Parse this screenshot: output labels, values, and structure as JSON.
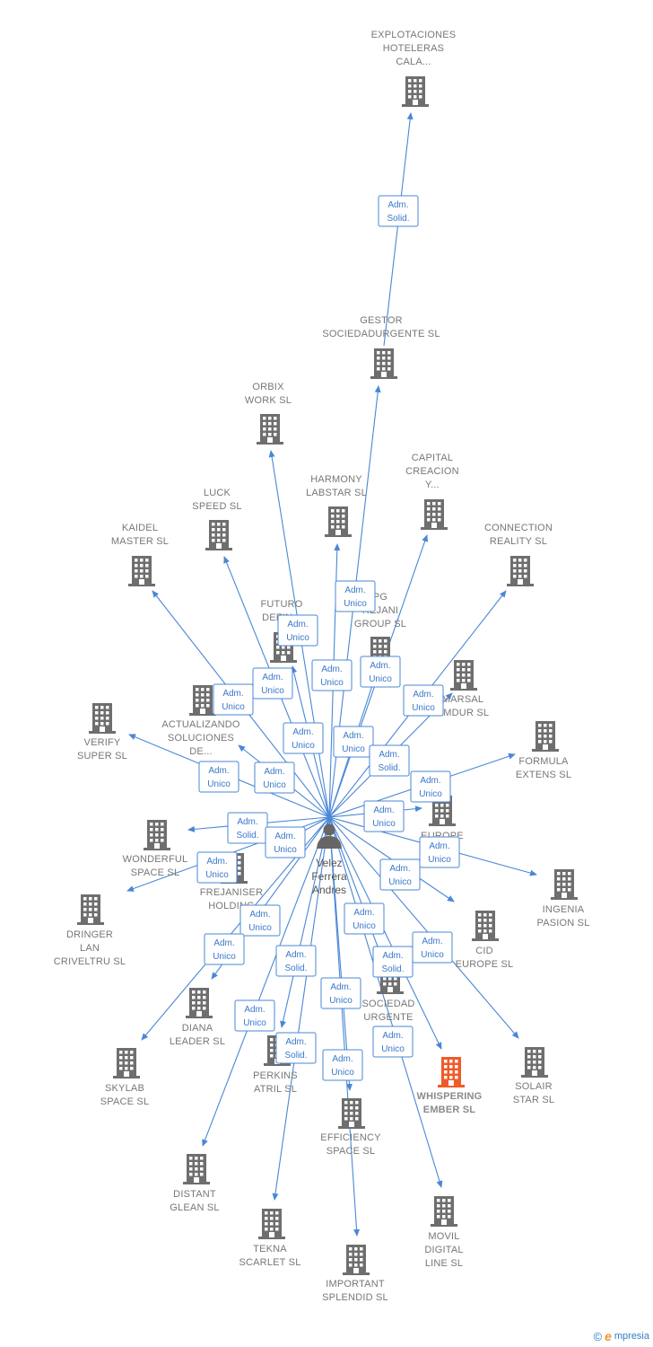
{
  "person": {
    "id": "velez",
    "name_lines": [
      "Velez",
      "Ferrera",
      "Andres"
    ]
  },
  "nodes": [
    {
      "id": "explotaciones",
      "label_lines": [
        "EXPLOTACIONES",
        "HOTELERAS",
        "CALA..."
      ],
      "highlight": false
    },
    {
      "id": "gestor",
      "label_lines": [
        "GESTOR",
        "SOCIEDADURGENTE SL"
      ],
      "highlight": false
    },
    {
      "id": "orbix",
      "label_lines": [
        "ORBIX",
        "WORK SL"
      ],
      "highlight": false
    },
    {
      "id": "capital",
      "label_lines": [
        "CAPITAL",
        "CREACION",
        "Y..."
      ],
      "highlight": false
    },
    {
      "id": "harmony",
      "label_lines": [
        "HARMONY",
        "LABSTAR SL"
      ],
      "highlight": false
    },
    {
      "id": "luck",
      "label_lines": [
        "LUCK",
        "SPEED SL"
      ],
      "highlight": false
    },
    {
      "id": "kaidel",
      "label_lines": [
        "KAIDEL",
        "MASTER SL"
      ],
      "highlight": false
    },
    {
      "id": "connection",
      "label_lines": [
        "CONNECTION",
        "REALITY SL"
      ],
      "highlight": false
    },
    {
      "id": "futuro",
      "label_lines": [
        "FUTURO",
        "DEFIN..."
      ],
      "highlight": false
    },
    {
      "id": "pg",
      "label_lines": [
        "PG",
        "REJANI",
        "GROUP SL"
      ],
      "highlight": false
    },
    {
      "id": "marsal",
      "label_lines": [
        "MARSAL",
        "AMDUR SL"
      ],
      "highlight": false
    },
    {
      "id": "actualizando",
      "label_lines": [
        "ACTUALIZANDO",
        "SOLUCIONES",
        "DE..."
      ],
      "highlight": false
    },
    {
      "id": "verify",
      "label_lines": [
        "VERIFY",
        "SUPER SL"
      ],
      "highlight": false
    },
    {
      "id": "formula",
      "label_lines": [
        "FORMULA",
        "EXTENS SL"
      ],
      "highlight": false
    },
    {
      "id": "europe",
      "label_lines": [
        "EUROPE"
      ],
      "highlight": false
    },
    {
      "id": "wonderful",
      "label_lines": [
        "WONDERFUL",
        "SPACE SL"
      ],
      "highlight": false
    },
    {
      "id": "frejaniser",
      "label_lines": [
        "FREJANISER",
        "HOLDING"
      ],
      "highlight": false
    },
    {
      "id": "ingenia",
      "label_lines": [
        "INGENIA",
        "PASION SL"
      ],
      "highlight": false
    },
    {
      "id": "dringer",
      "label_lines": [
        "DRINGER",
        "LAN",
        "CRIVELTRU SL"
      ],
      "highlight": false
    },
    {
      "id": "cid",
      "label_lines": [
        "CID",
        "EUROPE SL"
      ],
      "highlight": false
    },
    {
      "id": "diana",
      "label_lines": [
        "DIANA",
        "LEADER SL"
      ],
      "highlight": false
    },
    {
      "id": "sociedad",
      "label_lines": [
        "SOCIEDAD",
        "URGENTE",
        "R..."
      ],
      "highlight": false
    },
    {
      "id": "skylab",
      "label_lines": [
        "SKYLAB",
        "SPACE SL"
      ],
      "highlight": false
    },
    {
      "id": "perkins",
      "label_lines": [
        "PERKINS",
        "ATRIL SL"
      ],
      "highlight": false
    },
    {
      "id": "whispering",
      "label_lines": [
        "WHISPERING",
        "EMBER SL"
      ],
      "highlight": true
    },
    {
      "id": "solair",
      "label_lines": [
        "SOLAIR",
        "STAR SL"
      ],
      "highlight": false
    },
    {
      "id": "efficiency",
      "label_lines": [
        "EFFICIENCY",
        "SPACE SL"
      ],
      "highlight": false
    },
    {
      "id": "distant",
      "label_lines": [
        "DISTANT",
        "GLEAN SL"
      ],
      "highlight": false
    },
    {
      "id": "movil",
      "label_lines": [
        "MOVIL",
        "DIGITAL",
        "LINE SL"
      ],
      "highlight": false
    },
    {
      "id": "tekna",
      "label_lines": [
        "TEKNA",
        "SCARLET SL"
      ],
      "highlight": false
    },
    {
      "id": "important",
      "label_lines": [
        "IMPORTANT",
        "SPLENDID SL"
      ],
      "highlight": false
    }
  ],
  "edges": [
    {
      "from": "gestor",
      "to": "explotaciones",
      "role": [
        "Adm.",
        "Solid."
      ]
    },
    {
      "from": "velez",
      "to": "gestor",
      "role": [
        "Adm.",
        "Unico"
      ]
    },
    {
      "from": "velez",
      "to": "orbix",
      "role": [
        "Adm.",
        "Unico"
      ]
    },
    {
      "from": "velez",
      "to": "harmony",
      "role": [
        "Adm.",
        "Unico"
      ]
    },
    {
      "from": "velez",
      "to": "capital",
      "role": [
        "Adm.",
        "Unico"
      ]
    },
    {
      "from": "velez",
      "to": "luck",
      "role": [
        "Adm.",
        "Unico"
      ]
    },
    {
      "from": "velez",
      "to": "kaidel",
      "role": [
        "Adm.",
        "Unico"
      ]
    },
    {
      "from": "velez",
      "to": "connection",
      "role": [
        "Adm.",
        "Unico"
      ]
    },
    {
      "from": "velez",
      "to": "futuro",
      "role": [
        "Adm.",
        "Unico"
      ]
    },
    {
      "from": "velez",
      "to": "pg",
      "role": [
        "Adm.",
        "Unico"
      ]
    },
    {
      "from": "velez",
      "to": "marsal",
      "role": [
        "Adm.",
        "Solid."
      ]
    },
    {
      "from": "velez",
      "to": "actualizando",
      "role": [
        "Adm.",
        "Unico"
      ]
    },
    {
      "from": "velez",
      "to": "verify",
      "role": [
        "Adm.",
        "Unico"
      ]
    },
    {
      "from": "velez",
      "to": "formula",
      "role": [
        "Adm.",
        "Unico"
      ]
    },
    {
      "from": "velez",
      "to": "europe",
      "role": [
        "Adm.",
        "Unico"
      ]
    },
    {
      "from": "velez",
      "to": "wonderful",
      "role": [
        "Adm.",
        "Solid."
      ]
    },
    {
      "from": "velez",
      "to": "frejaniser",
      "role": [
        "Adm.",
        "Unico"
      ]
    },
    {
      "from": "velez",
      "to": "ingenia",
      "role": [
        "Adm.",
        "Unico"
      ]
    },
    {
      "from": "velez",
      "to": "dringer",
      "role": [
        "Adm.",
        "Unico"
      ]
    },
    {
      "from": "velez",
      "to": "cid",
      "role": [
        "Adm.",
        "Unico"
      ]
    },
    {
      "from": "velez",
      "to": "diana",
      "role": [
        "Adm.",
        "Unico"
      ]
    },
    {
      "from": "velez",
      "to": "sociedad",
      "role": [
        "Adm.",
        "Unico"
      ]
    },
    {
      "from": "velez",
      "to": "skylab",
      "role": [
        "Adm.",
        "Unico"
      ]
    },
    {
      "from": "velez",
      "to": "perkins",
      "role": [
        "Adm.",
        "Solid."
      ]
    },
    {
      "from": "velez",
      "to": "whispering",
      "role": [
        "Adm.",
        "Unico"
      ]
    },
    {
      "from": "velez",
      "to": "solair",
      "role": [
        "Adm.",
        "Solid."
      ]
    },
    {
      "from": "velez",
      "to": "efficiency",
      "role": [
        "Adm.",
        "Unico"
      ]
    },
    {
      "from": "velez",
      "to": "distant",
      "role": [
        "Adm.",
        "Unico"
      ]
    },
    {
      "from": "velez",
      "to": "movil",
      "role": [
        "Adm.",
        "Unico"
      ]
    },
    {
      "from": "velez",
      "to": "tekna",
      "role": [
        "Adm.",
        "Solid."
      ]
    },
    {
      "from": "velez",
      "to": "important",
      "role": [
        "Adm.",
        "Unico"
      ]
    }
  ],
  "colors": {
    "edge": "#4a87d6",
    "building": "#6e6e6e",
    "building_highlight": "#f05a28",
    "person": "#666666"
  },
  "footer": {
    "copyright_symbol": "©",
    "brand_initial": "e",
    "brand_rest": "mpresia"
  }
}
